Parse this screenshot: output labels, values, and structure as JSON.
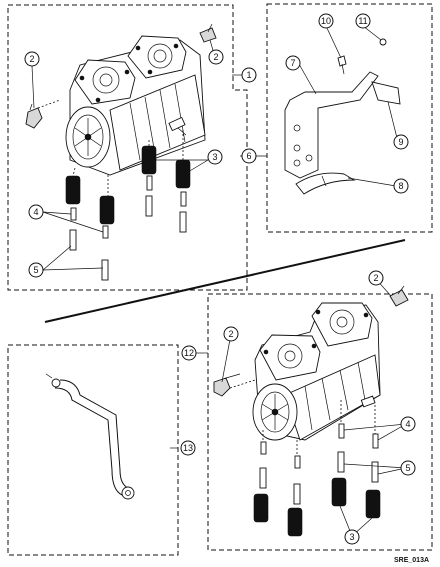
{
  "figure_id": "SRE_013A",
  "callouts": {
    "c1": "1",
    "c2a": "2",
    "c2b": "2",
    "c2c": "2",
    "c2d": "2",
    "c3a": "3",
    "c3b": "3",
    "c4a": "4",
    "c4b": "4",
    "c5a": "5",
    "c5b": "5",
    "c6": "6",
    "c7": "7",
    "c8": "8",
    "c9": "9",
    "c10": "10",
    "c11": "11",
    "c12": "12",
    "c13": "13"
  }
}
